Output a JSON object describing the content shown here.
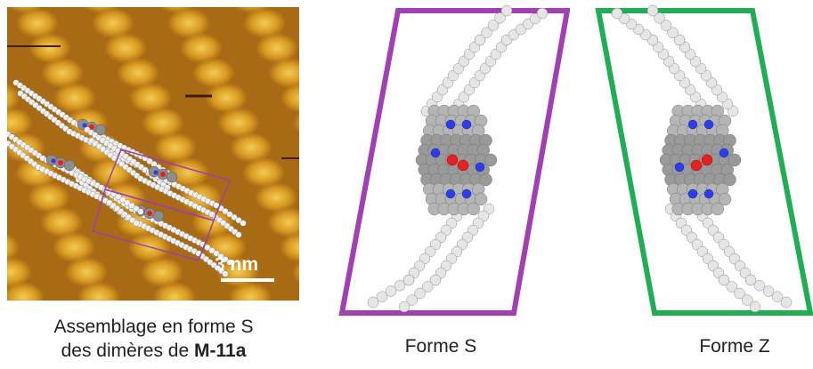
{
  "stm_panel": {
    "scale_bar_label": "3 nm",
    "colors": {
      "substrate_light": "#e4ad2a",
      "substrate_dark": "#5a3405",
      "unit_cell": "#9b3fae"
    }
  },
  "caption_stm": {
    "line1": "Assemblage en forme S",
    "line2_prefix": "des dimères de ",
    "line2_bold": "M-11a"
  },
  "form_s": {
    "label": "Forme S",
    "frame_color": "#a23fb5"
  },
  "form_z": {
    "label": "Forme Z",
    "frame_color": "#1fae55"
  },
  "atom_colors": {
    "carbon": "#8c8c8c",
    "hydrogen": "#e6e6e6",
    "nitrogen": "#2a3ef0",
    "oxygen": "#e82020"
  }
}
